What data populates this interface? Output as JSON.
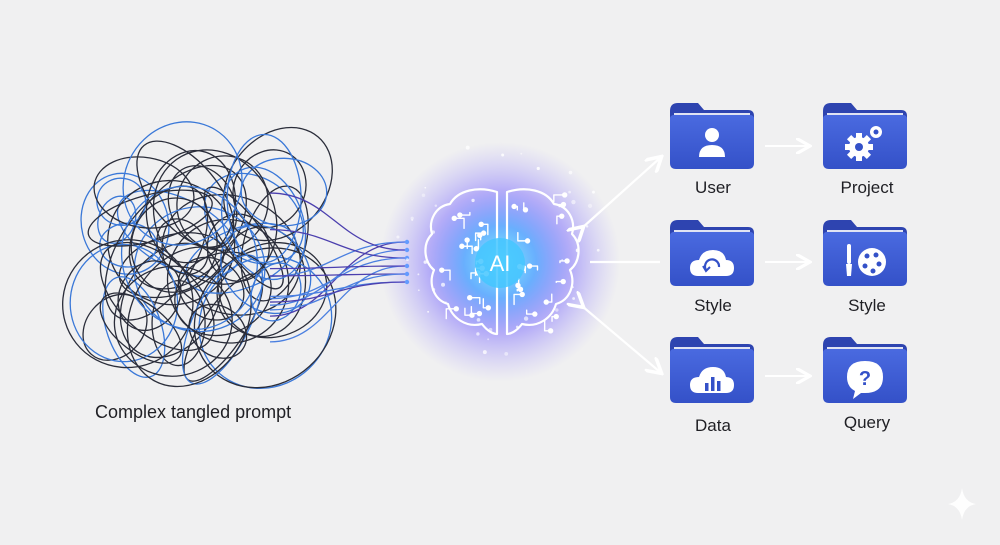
{
  "tangle": {
    "caption": "Complex tangled prompt"
  },
  "brain": {
    "label": "AI"
  },
  "folders": {
    "user": "User",
    "style_left": "Style",
    "data": "Data",
    "project": "Project",
    "style_right": "Style",
    "query": "Query"
  },
  "icons": {
    "user": "person-icon",
    "style_left": "cloud-refresh-icon",
    "data": "cloud-chart-icon",
    "project": "gears-icon",
    "style_right": "brush-palette-icon",
    "query": "question-bubble-icon"
  },
  "colors": {
    "folder": "#3f5fd6",
    "folder_tab": "#2f47b8",
    "glow": "#5fa8ff",
    "thread_dark": "#2a2d3a",
    "thread_blue": "#3a78d8"
  }
}
